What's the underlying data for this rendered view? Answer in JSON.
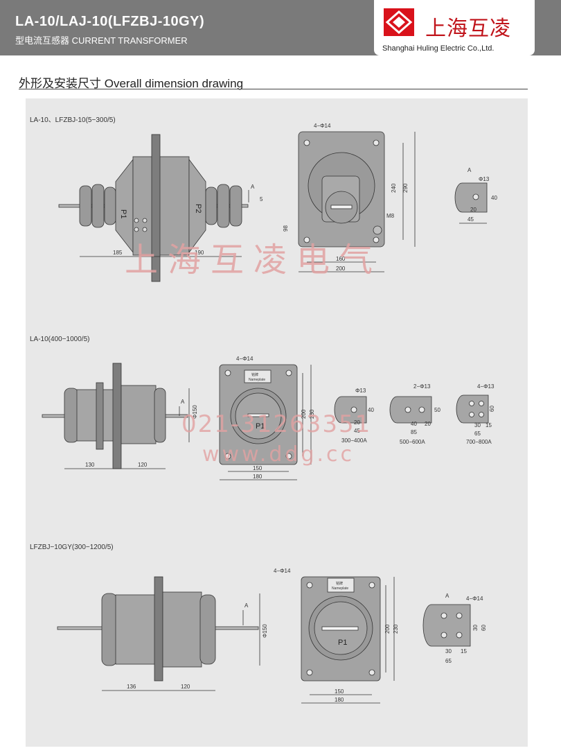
{
  "header": {
    "title": "LA-10/LAJ-10(LFZBJ-10GY)",
    "subtitle": "型电流互感器 CURRENT TRANSFORMER",
    "brand_cn": "上海互凌",
    "brand_en": "Shanghai Huling Electric Co.,Ltd."
  },
  "section_title": "外形及安装尺寸  Overall dimension drawing",
  "drawings": {
    "d1": {
      "label": "LA-10、LFZBJ-10(5−300/5)",
      "dims": {
        "left_len": "185",
        "right_len": "190",
        "view": "A",
        "five": "5",
        "p1": "P1",
        "p2": "P2",
        "holes": "4−Φ14",
        "h240": "240",
        "h290": "290",
        "h98": "98",
        "m8": "M8",
        "w160": "160",
        "w200": "200",
        "a": "A",
        "phi13": "Φ13",
        "d40": "40",
        "d20": "20",
        "d45": "45"
      }
    },
    "d2": {
      "label": "LA-10(400−1000/5)",
      "dims": {
        "left_len": "130",
        "right_len": "120",
        "view": "A",
        "phi150": "Φ150",
        "holes": "4−Φ14",
        "nameplate": "Nameplate",
        "np_cn": "铭牌",
        "p1": "P1",
        "h200": "200",
        "h230": "230",
        "w150": "150",
        "w180": "180",
        "phi13a": "Φ13",
        "d40a": "40",
        "d20a": "20",
        "d45a": "45",
        "cap_a": "300−400A",
        "holes2": "2−Φ13",
        "d50": "50",
        "d40b": "40",
        "d20b": "20",
        "d85": "85",
        "cap_b": "500−600A",
        "holes4": "4−Φ13",
        "d60": "60",
        "d30": "30",
        "d15": "15",
        "d65": "65",
        "cap_c": "700−800A"
      }
    },
    "d3": {
      "label": "LFZBJ−10GY(300−1200/5)",
      "dims": {
        "left_len": "136",
        "right_len": "120",
        "view": "A",
        "phi150": "Φ150",
        "holes": "4−Φ14",
        "nameplate": "Nameplate",
        "np_cn": "铭牌",
        "p1": "P1",
        "h200": "200",
        "h230": "230",
        "w150": "150",
        "w180": "180",
        "a": "A",
        "holes4": "4−Φ14",
        "d30v": "30",
        "d60": "60",
        "d30h": "30",
        "d15": "15",
        "d65": "65"
      }
    }
  },
  "watermark": {
    "line1": "上海互凌电气",
    "line2": "021-31263351",
    "line3": "www.ddg.cc"
  }
}
